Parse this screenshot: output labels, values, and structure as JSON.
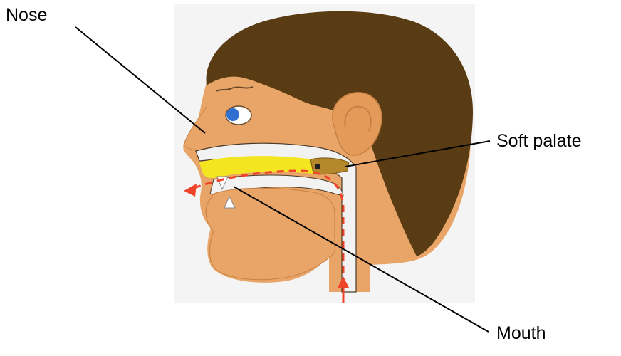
{
  "labels": {
    "nose": "Nose",
    "soft_palate": "Soft palate",
    "mouth": "Mouth"
  },
  "colors": {
    "hair": "#5a3c14",
    "skin": "#e8a567",
    "palate": "#f3e620",
    "soft_palate": "#b3872a",
    "airway": "#f2f2f2",
    "airflow_arrow": "#f0442a",
    "eye": "#2f6fcf",
    "leader_line": "#000000"
  },
  "icons": {
    "eye": "eye-icon",
    "ear": "ear-icon",
    "airflow": "dashed-arrow-icon"
  }
}
